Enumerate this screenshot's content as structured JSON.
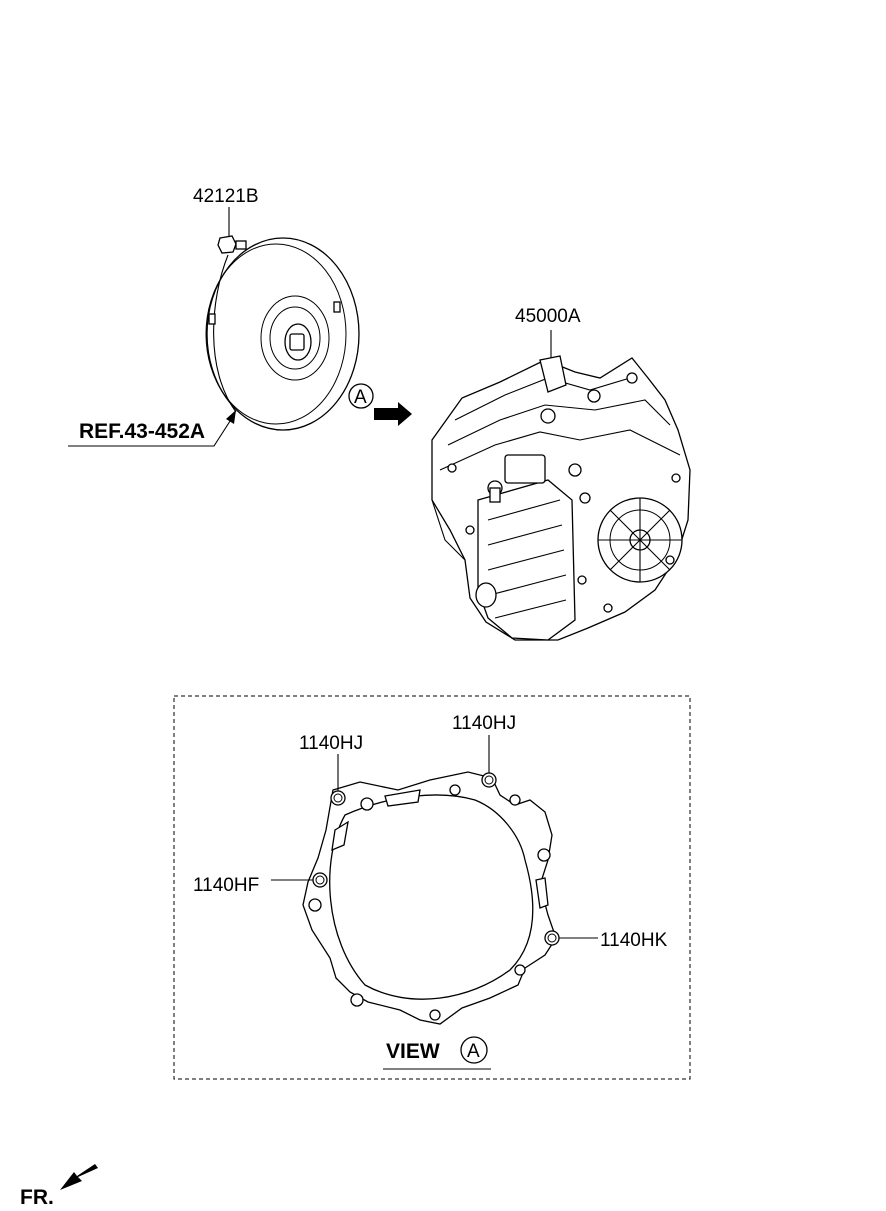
{
  "labels": {
    "part_torque_bolt": "42121B",
    "part_transaxle": "45000A",
    "ref": "REF.43-452A",
    "view_marker": "A",
    "bolt_top_left": "1140HJ",
    "bolt_top_right": "1140HJ",
    "bolt_left": "1140HF",
    "bolt_right": "1140HK",
    "view_title": "VIEW",
    "view_circle": "A",
    "front": "FR."
  },
  "icons": {
    "view_arrow": "arrow-icon",
    "front_arrow": "front-arrow-icon"
  }
}
